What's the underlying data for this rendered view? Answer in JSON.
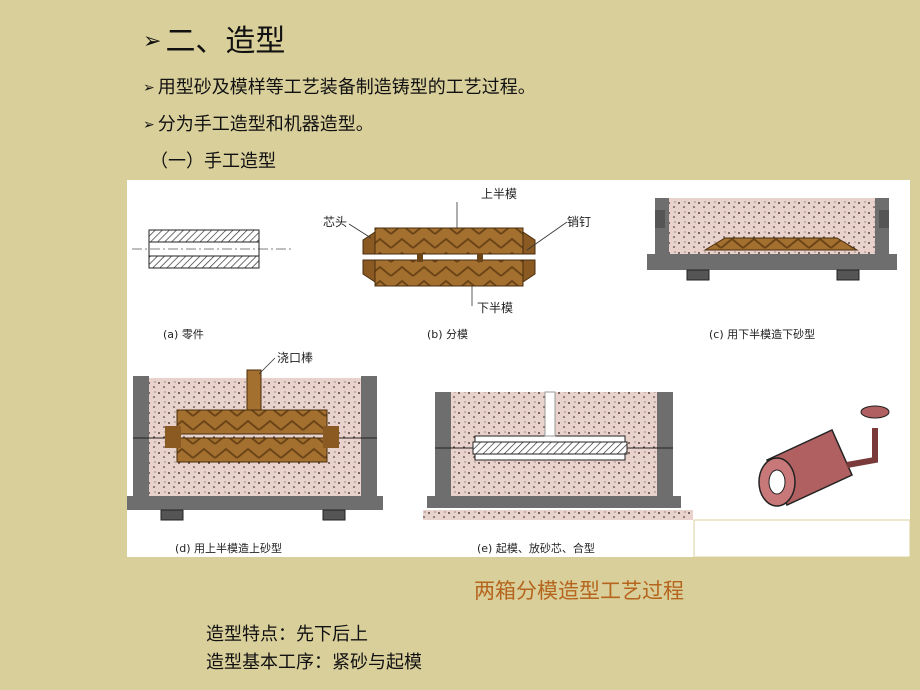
{
  "slide": {
    "title": "二、造型",
    "bullets": [
      "用型砂及模样等工艺装备制造铸型的工艺过程。",
      "分为手工造型和机器造型。"
    ],
    "subhead": "（一）手工造型",
    "caption": "两箱分模造型工艺过程",
    "features": [
      "造型特点：先下后上",
      "造型基本工序：紧砂与起模"
    ]
  },
  "figure": {
    "panel_labels": {
      "a": "(a) 零件",
      "b": "(b) 分模",
      "c": "(c) 用下半模造下砂型",
      "d": "(d) 用上半模造上砂型",
      "e": "(e) 起模、放砂芯、合型"
    },
    "part_labels": {
      "upper_half": "上半模",
      "core_print": "芯头",
      "dowel": "销钉",
      "lower_half": "下半模",
      "sprue": "浇口棒"
    },
    "colors": {
      "sand": "#e6cfc8",
      "flask": "#6e6e6e",
      "wood": "#a4702f",
      "wood_dark": "#6b4518",
      "casting": "#b06060"
    }
  }
}
